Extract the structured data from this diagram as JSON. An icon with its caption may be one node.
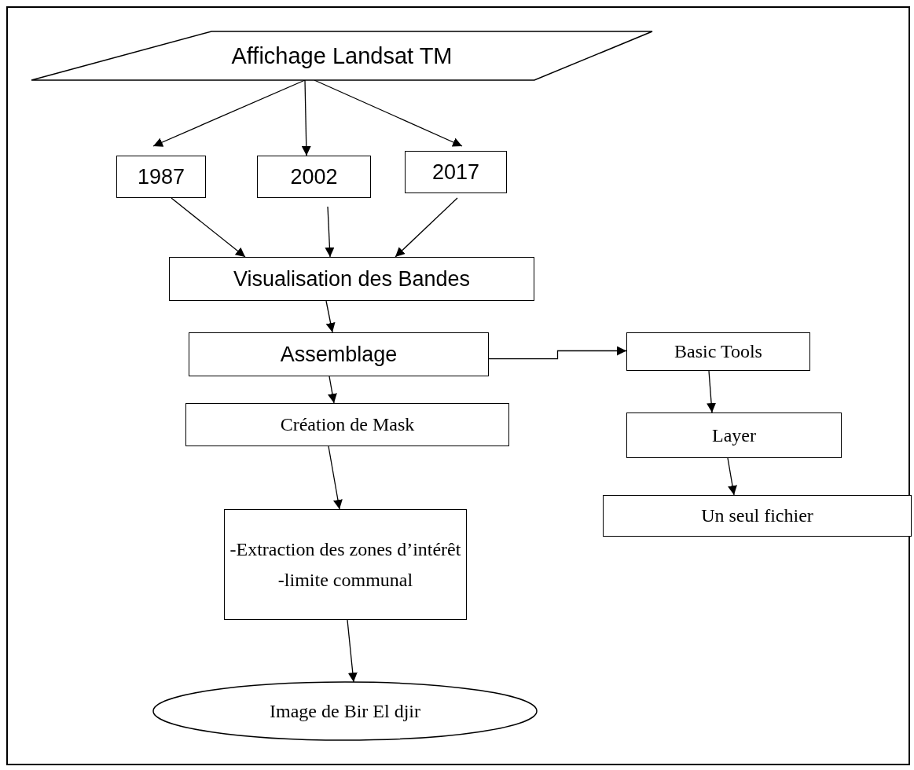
{
  "diagram": {
    "nodes": [
      {
        "text": [
          "Affichage Landsat TM"
        ]
      },
      {
        "text": [
          "1987"
        ]
      },
      {
        "text": [
          "2002"
        ]
      },
      {
        "text": [
          "2017"
        ]
      },
      {
        "text": [
          "Visualisation des Bandes"
        ]
      },
      {
        "text": [
          "Assemblage"
        ]
      },
      {
        "text": [
          "Création de Mask"
        ]
      },
      {
        "text": [
          "-Extraction des zones d’intérêt",
          "-limite communal"
        ]
      },
      {
        "text": [
          "Image de Bir El djir"
        ]
      },
      {
        "text": [
          "Basic Tools"
        ]
      },
      {
        "text": [
          "Layer"
        ]
      },
      {
        "text": [
          "Un seul fichier"
        ]
      }
    ],
    "edges": [
      {
        "from": 0,
        "to": 1,
        "arrow": "to"
      },
      {
        "from": 0,
        "to": 2,
        "arrow": "to"
      },
      {
        "from": 0,
        "to": 3,
        "arrow": "to"
      },
      {
        "from": 1,
        "to": 4,
        "arrow": "to"
      },
      {
        "from": 2,
        "to": 4,
        "arrow": "to"
      },
      {
        "from": 3,
        "to": 4,
        "arrow": "to"
      },
      {
        "from": 4,
        "to": 5,
        "arrow": "to"
      },
      {
        "from": 5,
        "to": 6,
        "arrow": "to"
      },
      {
        "from": 6,
        "to": 7,
        "arrow": "to"
      },
      {
        "from": 7,
        "to": 8,
        "arrow": "to"
      },
      {
        "from": 5,
        "to": 9,
        "arrow": "to"
      },
      {
        "from": 9,
        "to": 10,
        "arrow": "to"
      },
      {
        "from": 10,
        "to": 11,
        "arrow": "to"
      }
    ]
  }
}
